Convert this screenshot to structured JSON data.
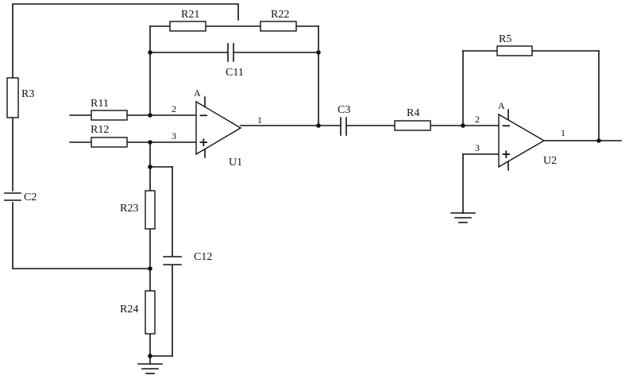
{
  "resistors": {
    "R3": "R3",
    "R11": "R11",
    "R12": "R12",
    "R21": "R21",
    "R22": "R22",
    "R23": "R23",
    "R24": "R24",
    "R4": "R4",
    "R5": "R5"
  },
  "capacitors": {
    "C2": "C2",
    "C3": "C3",
    "C11": "C11",
    "C12": "C12"
  },
  "opamps": {
    "U1": {
      "name": "U1",
      "pin_top": "A",
      "pin_inv": "2",
      "pin_noninv": "3",
      "pin_out": "1",
      "minus": "−",
      "plus": "+"
    },
    "U2": {
      "name": "U2",
      "pin_top": "A",
      "pin_inv": "2",
      "pin_noninv": "3",
      "pin_out": "1",
      "minus": "−",
      "plus": "+"
    }
  }
}
